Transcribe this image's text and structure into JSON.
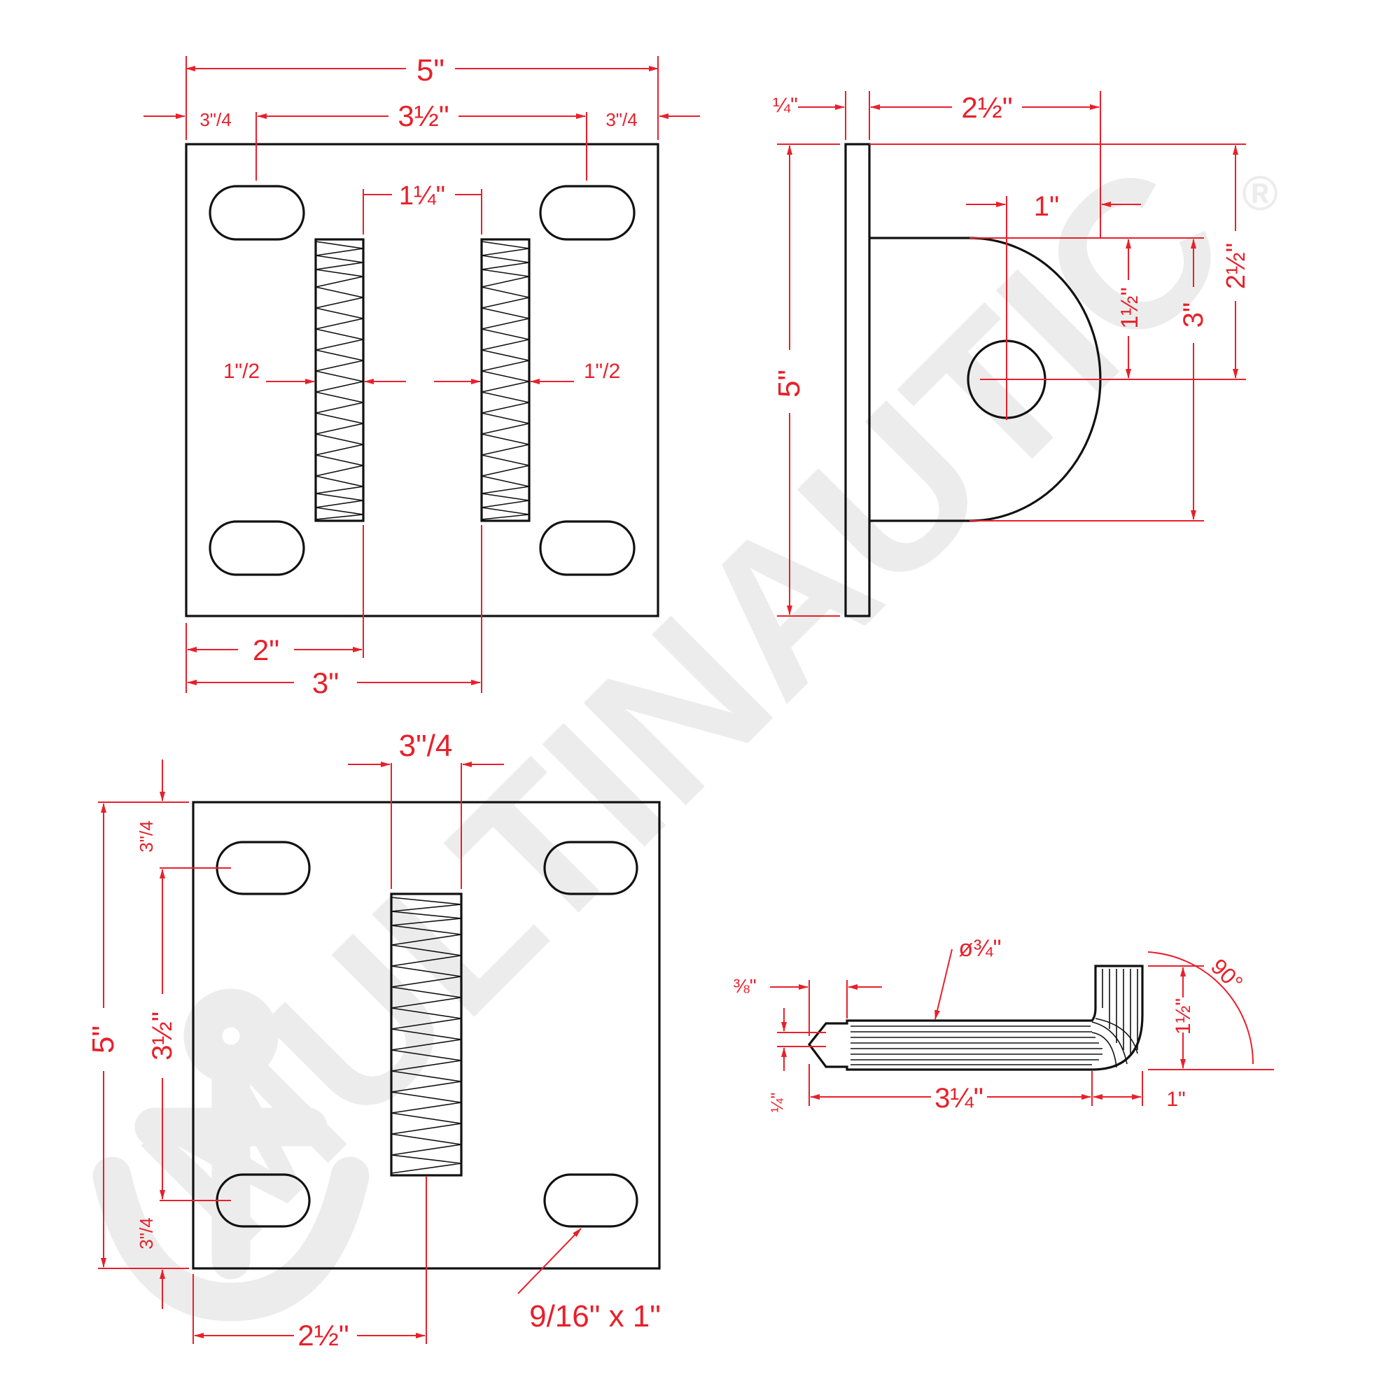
{
  "watermark": {
    "text": "MULTINAUTIC",
    "symbol": "®",
    "color": "#ececec",
    "icon": "anchor-icon"
  },
  "colors": {
    "dimension": "#e8202a",
    "outline": "#111111"
  },
  "top_plate_view": {
    "overall_width": "5\"",
    "edge_left": "3\"/4",
    "hole_spacing": "3½\"",
    "edge_right": "3\"/4",
    "weld_gap": "1¼\"",
    "weld_left_width": "1\"/2",
    "weld_right_width": "1\"/2",
    "to_left_weld": "2\"",
    "to_right_weld": "3\""
  },
  "side_view": {
    "plate_thickness": "¼\"",
    "projection": "2½\"",
    "hole_offset": "1\"",
    "plate_height": "5\"",
    "hole_center_height": "1½\"",
    "tab_height": "3\"",
    "top_to_hole": "2½\""
  },
  "bottom_plate_view": {
    "weld_width": "3\"/4",
    "top_edge": "3\"/4",
    "overall_height": "5\"",
    "hole_spacing": "3½\"",
    "bottom_edge": "3\"/4",
    "to_weld_center": "2½\"",
    "slot_size": "9/16\" x 1\""
  },
  "pin_view": {
    "diameter": "ø¾\"",
    "bend_angle": "90°",
    "tip_length": "⅜\"",
    "bend_height": "1½\"",
    "small_dim": "¼\"",
    "length": "3¼\"",
    "bend_offset": "1\""
  }
}
